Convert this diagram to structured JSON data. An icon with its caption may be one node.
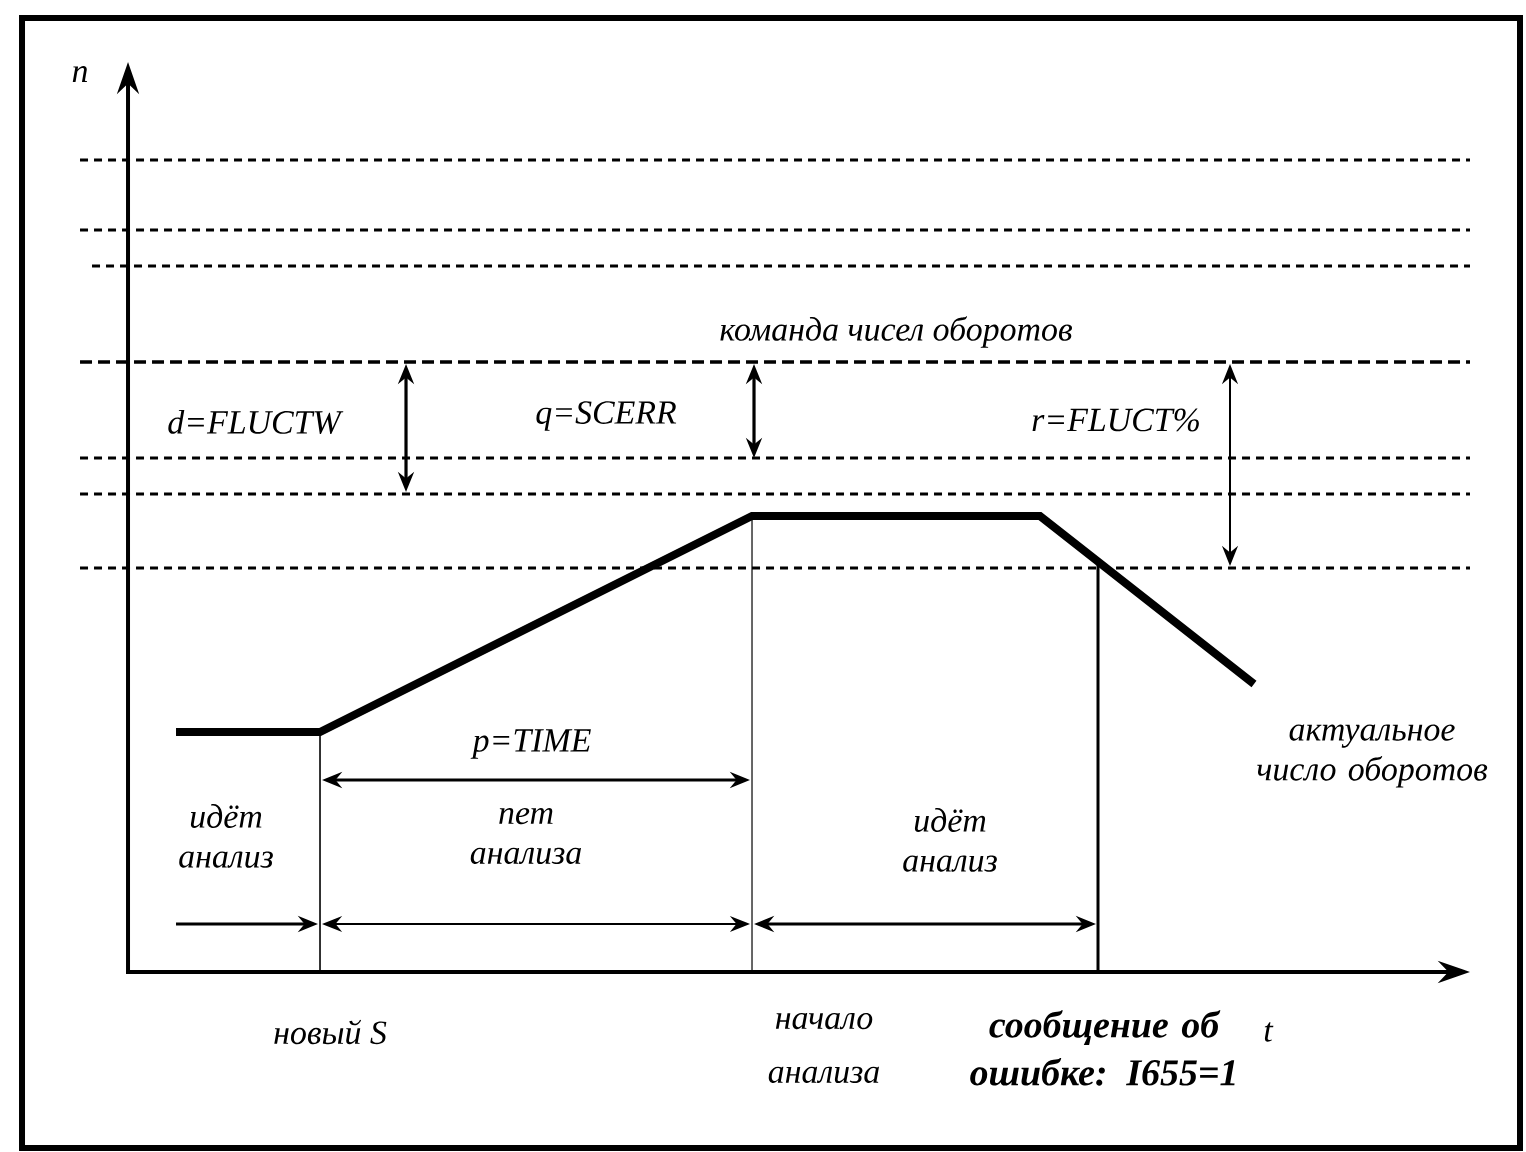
{
  "diagram": {
    "labels": [
      "n",
      "команда чисел оборотов",
      "d=FLUCTW",
      "q=SCERR",
      "r=FLUCT%",
      "p=TIME",
      "актуальное число оборотов",
      "идёт анализ",
      "пет анализа",
      "идёт анализ",
      "новый S",
      "начало анализа",
      "сообщение об ошибке: I655=1",
      "t"
    ]
  }
}
